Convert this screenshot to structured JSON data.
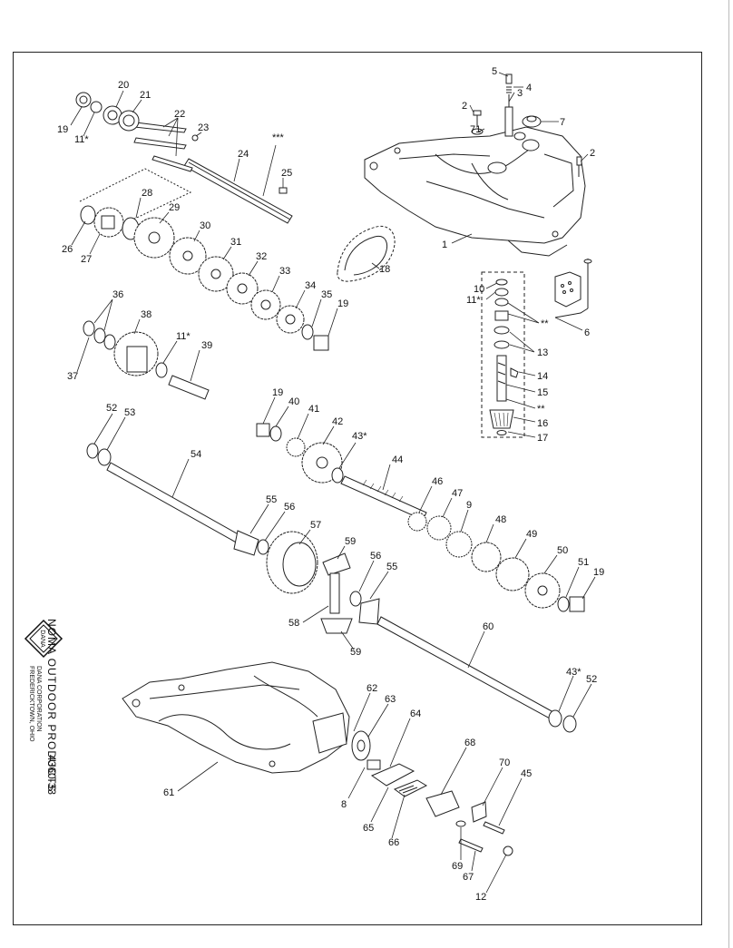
{
  "publisher": {
    "logo_text": "DANA",
    "company_line1": "DANA CORPORATION",
    "company_line2": "FREDERICKTOWN, OHIO",
    "title": "NOMA OUTDOOR PRODUCTS",
    "doc_number": "4360-33"
  },
  "callouts": [
    {
      "id": "c1",
      "text": "1"
    },
    {
      "id": "c2a",
      "text": "2"
    },
    {
      "id": "c2b",
      "text": "2"
    },
    {
      "id": "c3",
      "text": "3"
    },
    {
      "id": "c4",
      "text": "4"
    },
    {
      "id": "c5",
      "text": "5"
    },
    {
      "id": "c6",
      "text": "6"
    },
    {
      "id": "c7",
      "text": "7"
    },
    {
      "id": "c8",
      "text": "8"
    },
    {
      "id": "c9",
      "text": "9"
    },
    {
      "id": "c10",
      "text": "10"
    },
    {
      "id": "c11a",
      "text": "11*"
    },
    {
      "id": "c11b",
      "text": "11*"
    },
    {
      "id": "c11c",
      "text": "11*"
    },
    {
      "id": "c12",
      "text": "12"
    },
    {
      "id": "c13",
      "text": "13"
    },
    {
      "id": "c14",
      "text": "14"
    },
    {
      "id": "c15",
      "text": "15"
    },
    {
      "id": "c16",
      "text": "16"
    },
    {
      "id": "c17",
      "text": "17"
    },
    {
      "id": "c18",
      "text": "18"
    },
    {
      "id": "c19a",
      "text": "19"
    },
    {
      "id": "c19b",
      "text": "19"
    },
    {
      "id": "c19c",
      "text": "19"
    },
    {
      "id": "c19d",
      "text": "19"
    },
    {
      "id": "c20",
      "text": "20"
    },
    {
      "id": "c21",
      "text": "21"
    },
    {
      "id": "c22",
      "text": "22"
    },
    {
      "id": "c23",
      "text": "23"
    },
    {
      "id": "c24",
      "text": "24"
    },
    {
      "id": "c25",
      "text": "25"
    },
    {
      "id": "c26",
      "text": "26"
    },
    {
      "id": "c27",
      "text": "27"
    },
    {
      "id": "c28",
      "text": "28"
    },
    {
      "id": "c29",
      "text": "29"
    },
    {
      "id": "c30",
      "text": "30"
    },
    {
      "id": "c31",
      "text": "31"
    },
    {
      "id": "c32",
      "text": "32"
    },
    {
      "id": "c33",
      "text": "33"
    },
    {
      "id": "c34",
      "text": "34"
    },
    {
      "id": "c35",
      "text": "35"
    },
    {
      "id": "c36",
      "text": "36"
    },
    {
      "id": "c37",
      "text": "37"
    },
    {
      "id": "c38",
      "text": "38"
    },
    {
      "id": "c39",
      "text": "39"
    },
    {
      "id": "c40",
      "text": "40"
    },
    {
      "id": "c41",
      "text": "41"
    },
    {
      "id": "c42",
      "text": "42"
    },
    {
      "id": "c43a",
      "text": "43*"
    },
    {
      "id": "c43b",
      "text": "43*"
    },
    {
      "id": "c44",
      "text": "44"
    },
    {
      "id": "c45",
      "text": "45"
    },
    {
      "id": "c46",
      "text": "46"
    },
    {
      "id": "c47",
      "text": "47"
    },
    {
      "id": "c48",
      "text": "48"
    },
    {
      "id": "c49",
      "text": "49"
    },
    {
      "id": "c50",
      "text": "50"
    },
    {
      "id": "c51",
      "text": "51"
    },
    {
      "id": "c52a",
      "text": "52"
    },
    {
      "id": "c52b",
      "text": "52"
    },
    {
      "id": "c53",
      "text": "53"
    },
    {
      "id": "c54",
      "text": "54"
    },
    {
      "id": "c55a",
      "text": "55"
    },
    {
      "id": "c55b",
      "text": "55"
    },
    {
      "id": "c56a",
      "text": "56"
    },
    {
      "id": "c56b",
      "text": "56"
    },
    {
      "id": "c57",
      "text": "57"
    },
    {
      "id": "c58",
      "text": "58"
    },
    {
      "id": "c59a",
      "text": "59"
    },
    {
      "id": "c59b",
      "text": "59"
    },
    {
      "id": "c60",
      "text": "60"
    },
    {
      "id": "c61",
      "text": "61"
    },
    {
      "id": "c62",
      "text": "62"
    },
    {
      "id": "c63",
      "text": "63"
    },
    {
      "id": "c64",
      "text": "64"
    },
    {
      "id": "c65",
      "text": "65"
    },
    {
      "id": "c66",
      "text": "66"
    },
    {
      "id": "c67",
      "text": "67"
    },
    {
      "id": "c68",
      "text": "68"
    },
    {
      "id": "c69",
      "text": "69"
    },
    {
      "id": "c70",
      "text": "70"
    },
    {
      "id": "c71",
      "text": "71"
    },
    {
      "id": "s1",
      "text": "***"
    },
    {
      "id": "s2",
      "text": "**"
    },
    {
      "id": "s3",
      "text": "**"
    }
  ]
}
